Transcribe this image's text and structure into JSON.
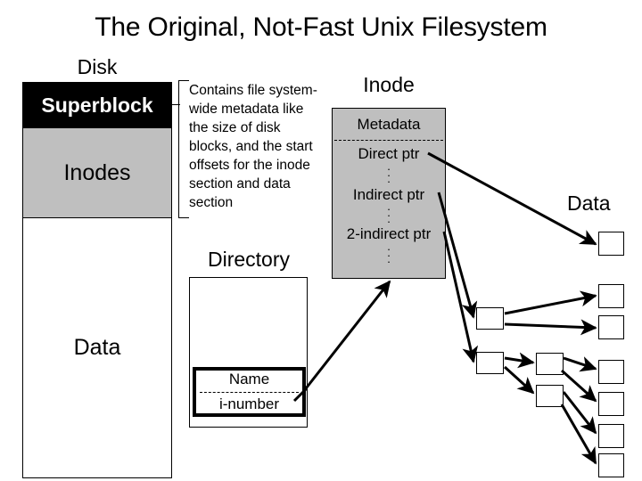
{
  "slide": {
    "title": "The Original, Not-Fast Unix Filesystem",
    "background": "#ffffff",
    "accent_gray": "#bfbfbf",
    "ink": "#000000"
  },
  "disk": {
    "caption": "Disk",
    "sections": [
      {
        "label": "Superblock",
        "fill": "#000000",
        "text_color": "#ffffff"
      },
      {
        "label": "Inodes",
        "fill": "#bfbfbf",
        "text_color": "#000000"
      },
      {
        "label": "Data",
        "fill": "#ffffff",
        "text_color": "#000000"
      }
    ]
  },
  "callout": {
    "text": "Contains file system-wide metadata like the size of disk blocks, and the start offsets for the inode section and data section",
    "points_to": "Superblock"
  },
  "inode": {
    "caption": "Inode",
    "fill": "#bfbfbf",
    "rows": [
      {
        "label": "Metadata"
      },
      {
        "label": "Direct ptr"
      },
      {
        "label": "Indirect ptr"
      },
      {
        "label": "2-indirect ptr"
      }
    ],
    "ellipsis": "·"
  },
  "directory": {
    "caption": "Directory",
    "entry": {
      "name_label": "Name",
      "inumber_label": "i-number"
    }
  },
  "data": {
    "caption": "Data",
    "block_count": 7,
    "pointer_block_count": 4
  }
}
